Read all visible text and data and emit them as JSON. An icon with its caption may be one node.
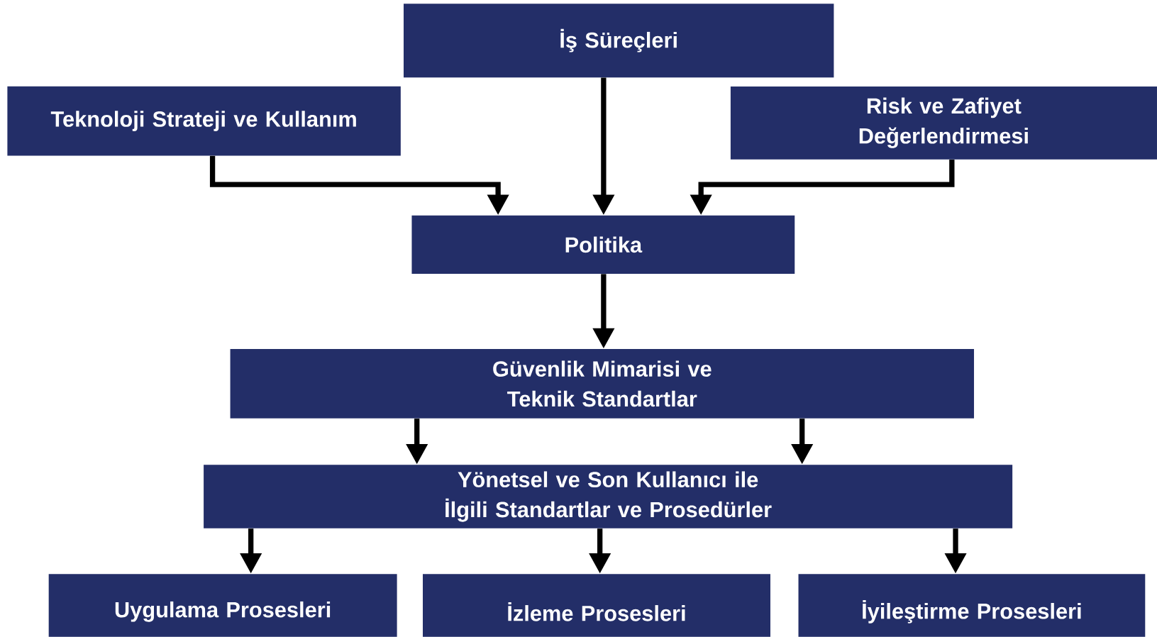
{
  "diagram": {
    "nodes": [
      {
        "text": [
          "İş Süreçleri"
        ]
      },
      {
        "text": [
          "Teknoloji Strateji ve Kullanım"
        ]
      },
      {
        "text": [
          "Risk ve Zafiyet Değerlendirmesi"
        ]
      },
      {
        "text": [
          "Politika"
        ]
      },
      {
        "text": [
          "Güvenlik Mimarisi ve Teknik Standartlar"
        ]
      },
      {
        "text": [
          "Yönetsel ve Son Kullanıcı ile İlgili Standartlar ve Prosedürler"
        ]
      },
      {
        "text": [
          "Uygulama Prosesleri"
        ]
      },
      {
        "text": [
          "İzleme Prosesleri"
        ]
      },
      {
        "text": [
          "İyileştirme Prosesleri"
        ]
      }
    ],
    "edges": [
      {
        "from": 1,
        "to": 3,
        "arrow": "to"
      },
      {
        "from": 0,
        "to": 3,
        "arrow": "to"
      },
      {
        "from": 2,
        "to": 3,
        "arrow": "to"
      },
      {
        "from": 3,
        "to": 4,
        "arrow": "to"
      },
      {
        "from": 4,
        "to": 5,
        "arrow": "to"
      },
      {
        "from": 4,
        "to": 5,
        "arrow": "to"
      },
      {
        "from": 5,
        "to": 6,
        "arrow": "to"
      },
      {
        "from": 5,
        "to": 7,
        "arrow": "to"
      },
      {
        "from": 5,
        "to": 8,
        "arrow": "to"
      }
    ]
  }
}
